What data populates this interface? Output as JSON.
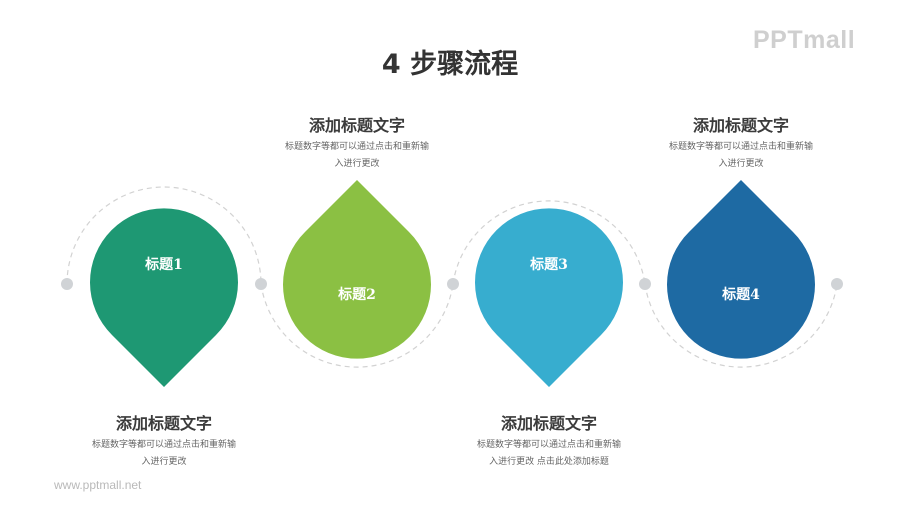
{
  "brand": {
    "logo_text": "PPTmall",
    "footer_url": "www.pptmall.net"
  },
  "title": "4 步骤流程",
  "colors": {
    "step1": "#1e9873",
    "step2": "#8bc043",
    "step3": "#37adcf",
    "step4": "#1e6aa3",
    "connector": "#d2d2d2",
    "node": "#d0d3d6"
  },
  "steps": [
    {
      "label": "标题1",
      "heading": "添加标题文字",
      "desc_line1": "标题数字等都可以通过点击和重新输",
      "desc_line2": "入进行更改"
    },
    {
      "label": "标题2",
      "heading": "添加标题文字",
      "desc_line1": "标题数字等都可以通过点击和重新输",
      "desc_line2": "入进行更改"
    },
    {
      "label": "标题3",
      "heading": "添加标题文字",
      "desc_line1": "标题数字等都可以通过点击和重新输",
      "desc_line2": "入进行更改 点击此处添加标题"
    },
    {
      "label": "标题4",
      "heading": "添加标题文字",
      "desc_line1": "标题数字等都可以通过点击和重新输",
      "desc_line2": "入进行更改"
    }
  ]
}
